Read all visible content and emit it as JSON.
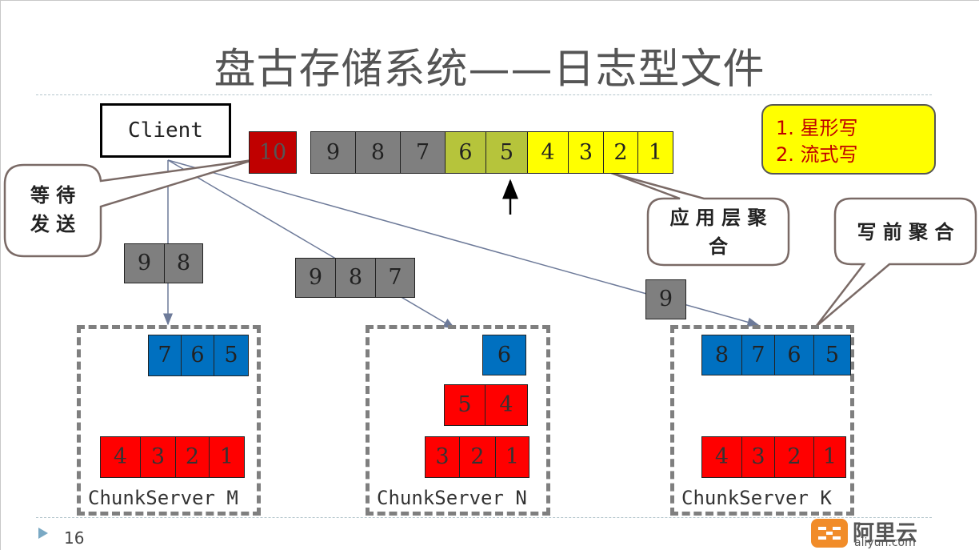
{
  "title": "盘古存储系统——日志型文件",
  "client": {
    "label": "Client"
  },
  "queue": {
    "pending": "10",
    "cells": [
      {
        "label": "9",
        "color": "#7f7f7f"
      },
      {
        "label": "8",
        "color": "#7f7f7f"
      },
      {
        "label": "7",
        "color": "#7f7f7f"
      },
      {
        "label": "6",
        "color": "#b6c43b"
      },
      {
        "label": "5",
        "color": "#b6c43b"
      },
      {
        "label": "4",
        "color": "#ffff00"
      },
      {
        "label": "3",
        "color": "#ffff00"
      },
      {
        "label": "2",
        "color": "#ffff00"
      },
      {
        "label": "1",
        "color": "#ffff00"
      }
    ]
  },
  "legend": {
    "items": [
      "1. 星形写",
      "2. 流式写"
    ]
  },
  "callouts": {
    "wait_line1": "等 待",
    "wait_line2": "发 送",
    "app_line1": "应 用 层 聚",
    "app_line2": "合",
    "pre_write": "写 前 聚 合"
  },
  "in_flight": {
    "m": [
      "9",
      "8"
    ],
    "n": [
      "9",
      "8",
      "7"
    ],
    "k": [
      "9"
    ]
  },
  "servers": {
    "m": {
      "label": "ChunkServer  M",
      "blue": [
        "7",
        "6",
        "5"
      ],
      "red_mid": [],
      "red": [
        "4",
        "3",
        "2",
        "1"
      ]
    },
    "n": {
      "label": "ChunkServer  N",
      "blue": [
        "6"
      ],
      "red_mid": [
        "5",
        "4"
      ],
      "red": [
        "3",
        "2",
        "1"
      ]
    },
    "k": {
      "label": "ChunkServer  K",
      "blue": [
        "8",
        "7",
        "6",
        "5"
      ],
      "red_mid": [],
      "red": [
        "4",
        "3",
        "2",
        "1"
      ]
    }
  },
  "footer": {
    "page": "16",
    "logo": "阿里云",
    "logo_sub": "aliyun.com"
  }
}
